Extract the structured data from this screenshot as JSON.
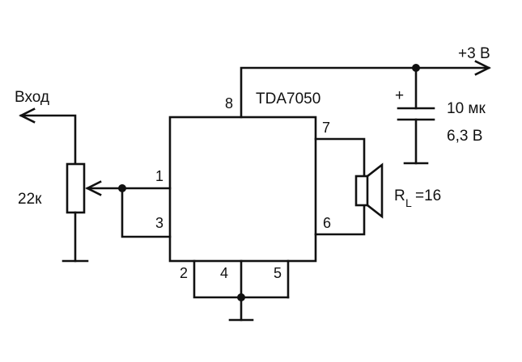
{
  "ic": {
    "name": "TDA7050"
  },
  "pins": {
    "p1": "1",
    "p2": "2",
    "p3": "3",
    "p4": "4",
    "p5": "5",
    "p6": "6",
    "p7": "7",
    "p8": "8"
  },
  "supply": {
    "label": "+3 В"
  },
  "capacitor": {
    "polarity": "+",
    "value": "10 мк",
    "voltage": "6,3 В"
  },
  "input": {
    "label": "Вход"
  },
  "potentiometer": {
    "value": "22к"
  },
  "speaker": {
    "label_main": "R",
    "label_sub": "L",
    "label_value": "=16"
  }
}
